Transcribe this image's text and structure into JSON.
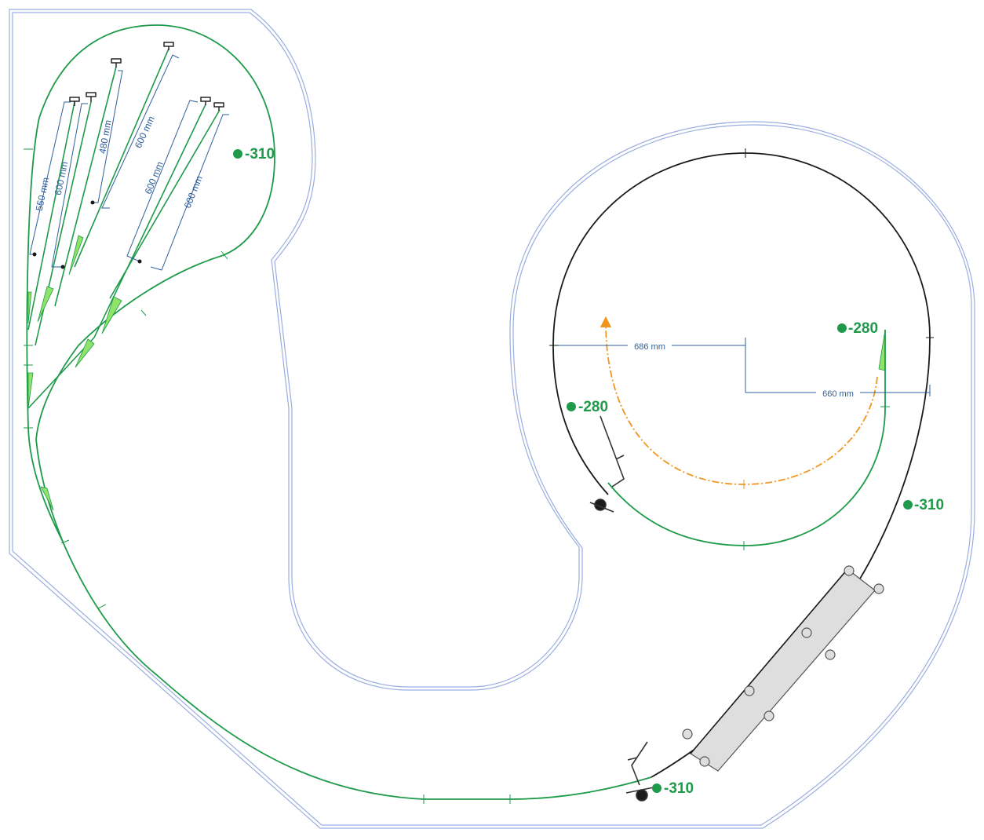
{
  "colors": {
    "board_outline": "#9aaee0",
    "track_green": "#1e9a4a",
    "track_black": "#1a1a1a",
    "turnout_fill": "#8fe36a",
    "dimension_blue": "#2e5f9e",
    "route_orange": "#f0961e",
    "bridge_fill": "#dedede"
  },
  "elevations": {
    "upper_left": "-310",
    "upper_right": "-280",
    "left_loop_end": "-280",
    "right_mid": "-310",
    "bottom": "-310"
  },
  "siding_lengths": [
    "550 mm",
    "600 mm",
    "480 mm",
    "600 mm",
    "600 mm",
    "600 mm"
  ],
  "radius_labels": {
    "left": "686 mm",
    "right": "660 mm"
  },
  "icons": {
    "elevation_marker": "green-dot-icon",
    "buffer_stop": "buffer-stop-icon",
    "signal": "signal-icon",
    "route_arrow": "arrow-up-icon"
  }
}
